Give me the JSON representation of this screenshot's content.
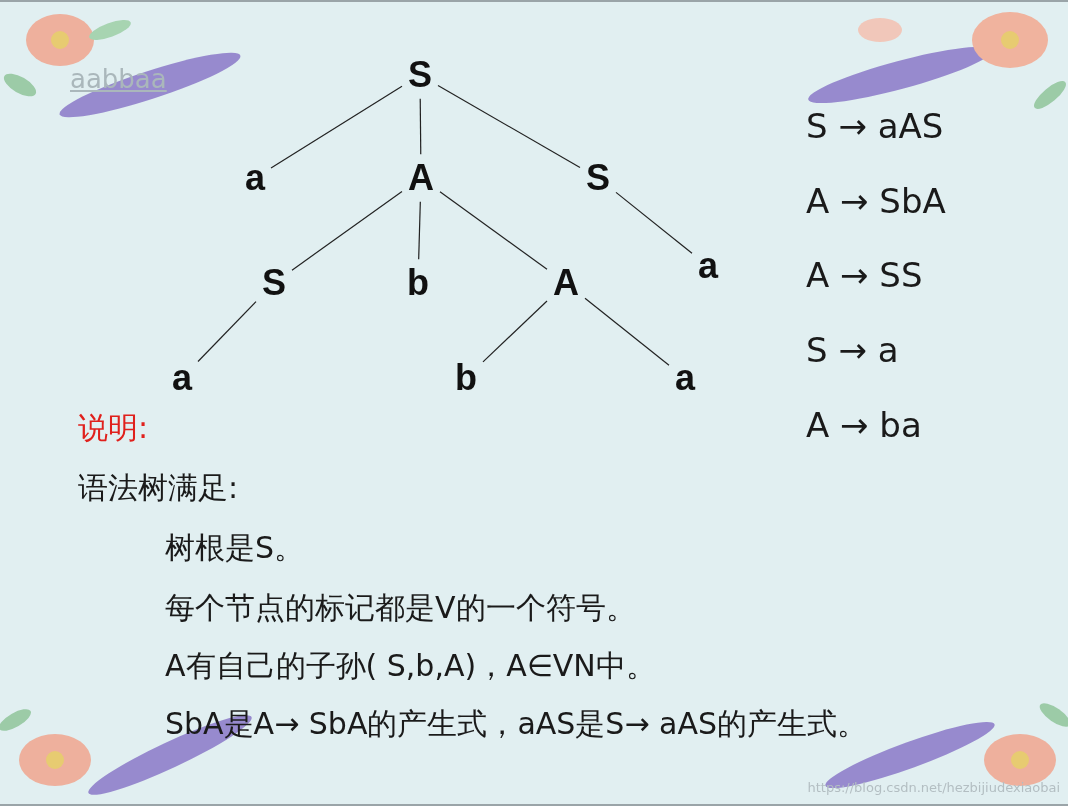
{
  "diagram": {
    "nodes": [
      {
        "text": [
          "S"
        ]
      },
      {
        "text": [
          "a"
        ]
      },
      {
        "text": [
          "A"
        ]
      },
      {
        "text": [
          "S"
        ]
      },
      {
        "text": [
          "S"
        ]
      },
      {
        "text": [
          "b"
        ]
      },
      {
        "text": [
          "A"
        ]
      },
      {
        "text": [
          "a"
        ]
      },
      {
        "text": [
          "a"
        ]
      },
      {
        "text": [
          "b"
        ]
      },
      {
        "text": [
          "a"
        ]
      }
    ],
    "edges": [
      {
        "from": 0,
        "to": 1,
        "arrow": "none"
      },
      {
        "from": 0,
        "to": 2,
        "arrow": "none"
      },
      {
        "from": 0,
        "to": 3,
        "arrow": "none"
      },
      {
        "from": 2,
        "to": 4,
        "arrow": "none"
      },
      {
        "from": 2,
        "to": 5,
        "arrow": "none"
      },
      {
        "from": 2,
        "to": 6,
        "arrow": "none"
      },
      {
        "from": 3,
        "to": 7,
        "arrow": "none"
      },
      {
        "from": 4,
        "to": 8,
        "arrow": "none"
      },
      {
        "from": 6,
        "to": 9,
        "arrow": "none"
      },
      {
        "from": 6,
        "to": 10,
        "arrow": "none"
      }
    ],
    "labels": [
      "aabbaa",
      "S → aAS",
      "A → SbA",
      "A → SS",
      "S → a",
      "A → ba",
      "说明:",
      "语法树满足:",
      "树根是S。",
      "每个节点的标记都是V的一个符号。",
      "A有自己的子孙( S,b,A)，A∈VN中。",
      "SbA是A→ SbA的产生式，aAS是S→ aAS的产生式。",
      "https://blog.csdn.net/hezbijiudexiaobai"
    ]
  }
}
